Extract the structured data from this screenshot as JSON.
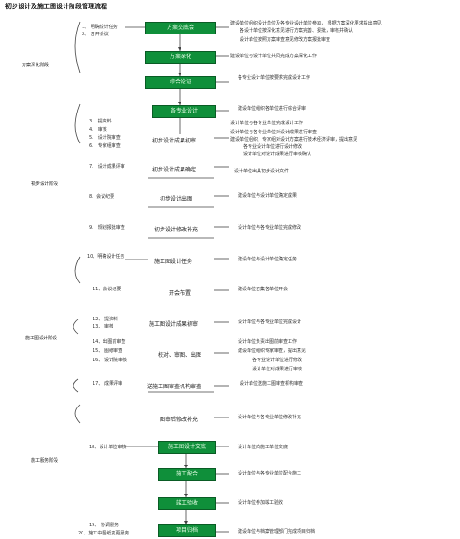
{
  "title": "初步设计及施工图设计阶段管理流程",
  "phases": {
    "scheme": "方案深化阶段",
    "preliminary": "初步设计阶段",
    "construction_drawing": "施工图设计阶段",
    "construction_service": "施工服务阶段"
  },
  "left_steps": [
    "1、 明确设计任务",
    "2、 召开会议",
    "3、 提资料",
    "4、 审核",
    "5、 设计院审查",
    "6、 专家组审查",
    "7、 设计成果评审",
    "8、会议纪要",
    "9、 规划报批审查",
    "10、明确设计任务",
    "11、会议纪要",
    "12、 提资料",
    "13、 审核",
    "14、出图前审查",
    "15、 图纸审查",
    "16、 设计院审核",
    "17、 成果评审",
    "18、设计单位审核",
    "19、 协调服务",
    "20、施工中图纸变更服务"
  ],
  "main_nodes": {
    "scheme_meeting": "方案交底会",
    "scheme_deepen": "方案深化",
    "comprehensive_review": "综合论证",
    "specialty_design": "各专业设计",
    "prelim_results": "初步设计成果初审",
    "prelim_confirm": "初步设计成果确定",
    "prelim_draw": "初步设计出图",
    "prelim_approval": "初步设计修改补充",
    "cd_task": "施工图设计任务",
    "kickoff": "开会布置",
    "cd_results": "施工图设计成果初审",
    "drawings": "校对、审图、出图",
    "submit_review": "送施工图审查机构审查",
    "cd_modify": "图审后修改补充",
    "cd_disclosure": "施工图设计交底",
    "construction_coop": "施工配合",
    "construction_acceptance": "竣工验收",
    "project_archive": "项目归档"
  },
  "right_notes": [
    "建设单位组织设计单位及各专业设计单位参加，   根据方案深化要求提出意见",
    "各设计单位按深化意见进行方案完善、报批，审核并确认",
    "设计单位按照方案审查意见修改方案报批审查",
    "建设单位与设计单位共同完成方案深化工作",
    "各专业设计单位按要求完成设计工作",
    "建设单位组织各单位进行综合评审",
    "设计单位与各专业单位完成设计工作",
    "设计单位与各专业单位对设计成果进行审查",
    "建设单位组织，专家组对设计方案进行技术经济评审，提出意见",
    "各专业设计单位进行设计修改",
    "设计单位对设计成果进行审核确认",
    "设计单位出具初步设计文件",
    "建设单位与设计单位确定成果",
    "设计单位与各专业单位完成修改",
    "建设单位与设计单位确定任务",
    "建设单位召集各单位开会",
    "设计单位与各专业单位完成设计",
    "设计单位负责出图前审查工作",
    "建设单位组织专家审查，提出意见",
    "各专业设计单位进行修改",
    "设计单位对成果进行审核",
    "设计单位送施工图审查机构审查",
    "设计单位与各专业单位修改补充",
    "设计单位向施工单位交底",
    "设计单位与各专业单位配合施工",
    "设计单位参加竣工验收",
    "建设单位与档案管理部门完成项目归档"
  ],
  "colors": {
    "node_fill": "#0f8f3a",
    "node_border": "#0a5c25",
    "line": "#444444"
  }
}
